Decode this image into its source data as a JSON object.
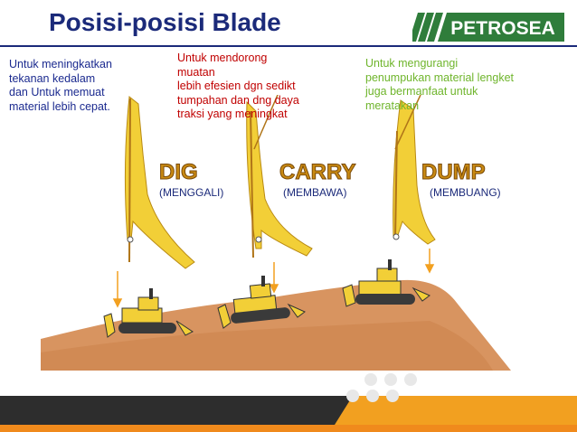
{
  "header": {
    "title": "Posisi-posisi Blade",
    "logo_text": "PETROSEA"
  },
  "notes": {
    "dig": [
      "Untuk meningkatkan",
      "tekanan kedalam",
      "dan Untuk memuat",
      "material lebih cepat."
    ],
    "carry": [
      "Untuk mendorong",
      "muatan",
      "lebih efesien dgn sedikt",
      "tumpahan dan dng daya",
      "traksi yang meningkat"
    ],
    "dump": [
      "Untuk mengurangi",
      "penumpukan material lengket",
      "juga bermanfaat untuk",
      "meratakan"
    ]
  },
  "positions": [
    {
      "name": "DIG",
      "translation": "(MENGGALI)"
    },
    {
      "name": "CARRY",
      "translation": "(MEMBAWA)"
    },
    {
      "name": "DUMP",
      "translation": "(MEMBUANG)"
    }
  ],
  "colors": {
    "title": "#1b2a7a",
    "blue_note": "#1b2a8f",
    "red_note": "#c00000",
    "green_note": "#6fb52c",
    "blade_yellow": "#f2cf37",
    "blade_shadow": "#d9a816",
    "soil": "#d89460",
    "label_gold": "#c98a12",
    "logo_green": "#2f7d3b",
    "footer_dark": "#2d2d2d",
    "footer_orange": "#f08a1c"
  }
}
